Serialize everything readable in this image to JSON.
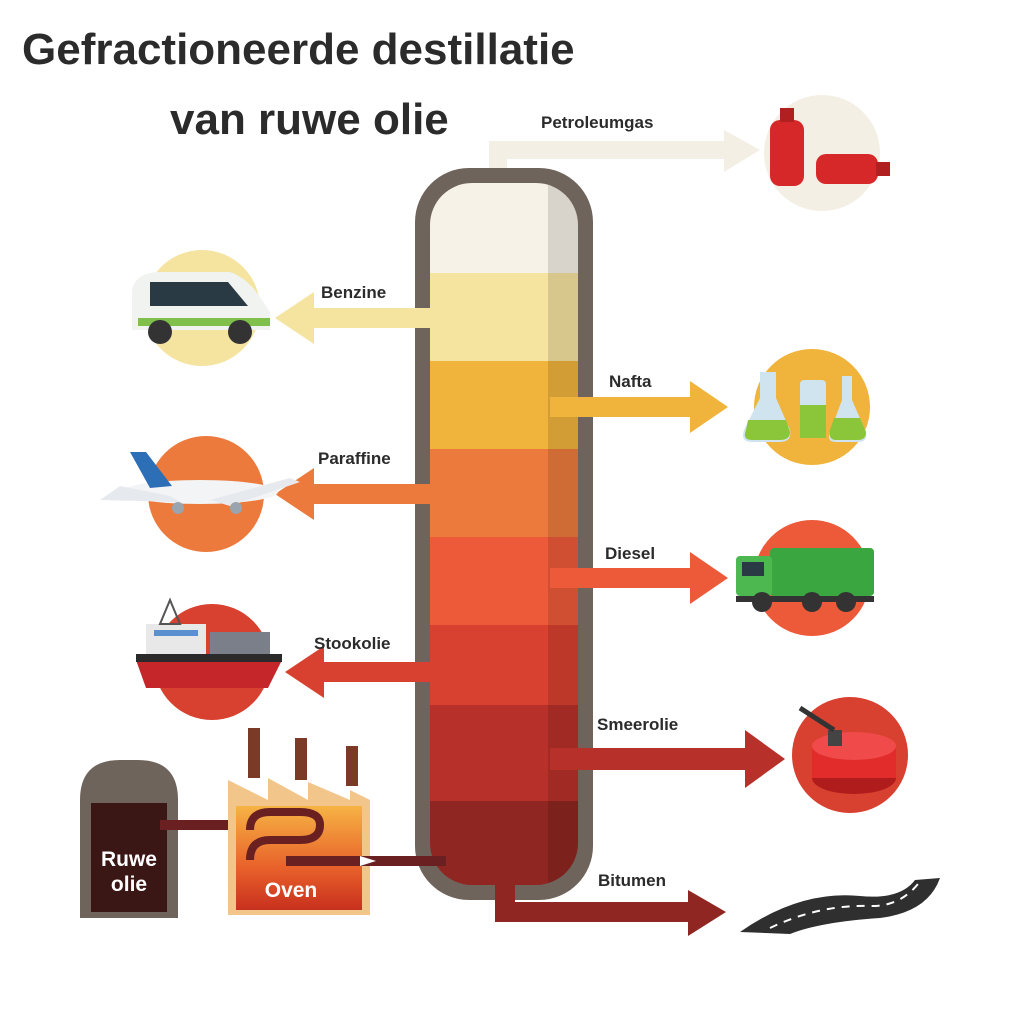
{
  "title": {
    "line1": "Gefractioneerde destillatie",
    "line2": "van ruwe olie"
  },
  "fractions": [
    {
      "label": "Petroleumgas",
      "side": "right",
      "color": "#f3efe4",
      "icon": "gas-cylinder-icon"
    },
    {
      "label": "Benzine",
      "side": "left",
      "color": "#f5e3a0",
      "icon": "car-icon"
    },
    {
      "label": "Nafta",
      "side": "right",
      "color": "#f0b33c",
      "icon": "flask-icon"
    },
    {
      "label": "Paraffine",
      "side": "left",
      "color": "#ec7a3c",
      "icon": "airplane-icon"
    },
    {
      "label": "Diesel",
      "side": "right",
      "color": "#ed5a3a",
      "icon": "truck-icon"
    },
    {
      "label": "Stookolie",
      "side": "left",
      "color": "#d8402f",
      "icon": "ship-icon"
    },
    {
      "label": "Smeerolie",
      "side": "right",
      "color": "#b8302a",
      "icon": "fuel-can-icon"
    },
    {
      "label": "Bitumen",
      "side": "right",
      "color": "#9a2a25",
      "icon": "road-icon"
    }
  ],
  "crude": {
    "label_line1": "Ruwe",
    "label_line2": "olie"
  },
  "oven": {
    "label": "Oven"
  }
}
